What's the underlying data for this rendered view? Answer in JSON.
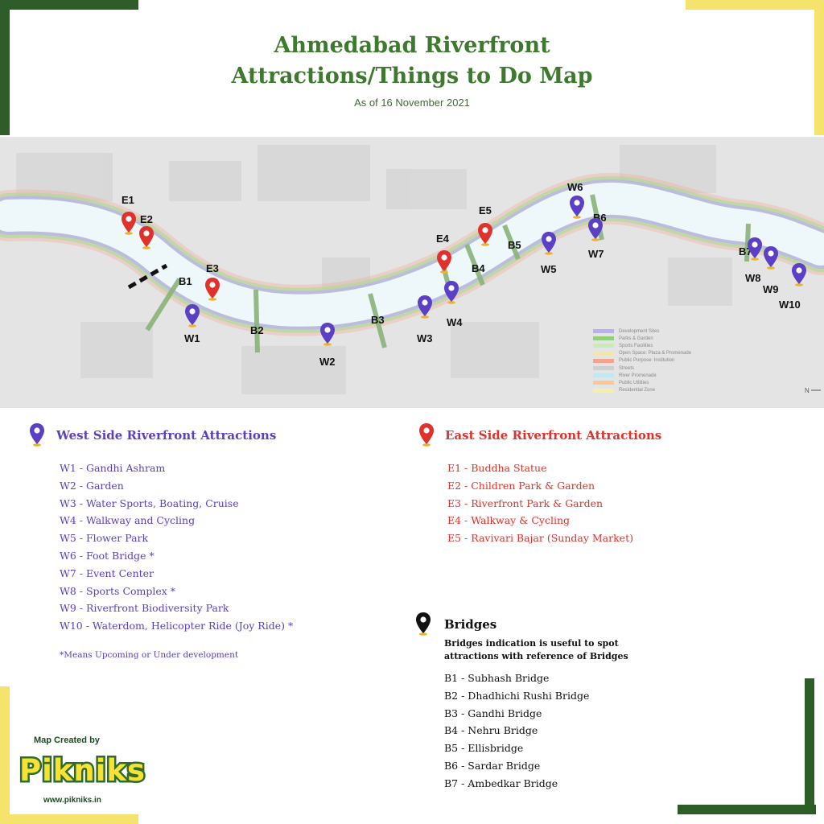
{
  "header": {
    "title_line1": "Ahmedabad Riverfront",
    "title_line2": "Attractions/Things to Do Map",
    "subtitle": "As of 16 November 2021"
  },
  "colors": {
    "title_green": "#3d7a2e",
    "west_purple": "#5b3fc4",
    "east_red": "#e0322b",
    "frame_dark_green": "#2f5d2a",
    "frame_yellow": "#f5e36c",
    "river": "#eef8fb"
  },
  "map": {
    "east_labels": [
      "E1",
      "E2",
      "E3",
      "E4",
      "E5"
    ],
    "west_labels": [
      "W1",
      "W2",
      "W3",
      "W4",
      "W5",
      "W6",
      "W7",
      "W8",
      "W9",
      "W10"
    ],
    "bridge_labels": [
      "B1",
      "B2",
      "B3",
      "B4",
      "B5",
      "B6",
      "B7"
    ],
    "legend": [
      {
        "label": "Development Sites",
        "color": "#b7b1f0"
      },
      {
        "label": "Parks & Garden",
        "color": "#8fd27a"
      },
      {
        "label": "Sports Facilities",
        "color": "#c8ecb3"
      },
      {
        "label": "Open Space: Plaza & Promenade",
        "color": "#f3e8a0"
      },
      {
        "label": "Public Purpose: Institution",
        "color": "#f6a38e"
      },
      {
        "label": "Streets",
        "color": "#cfcfcf"
      },
      {
        "label": "River Promenade",
        "color": "#bfe8ef"
      },
      {
        "label": "Public Utilities",
        "color": "#f7c89a"
      },
      {
        "label": "Residential Zone",
        "color": "#f6f0a6"
      }
    ],
    "north_label": "N"
  },
  "west": {
    "heading": "West Side Riverfront Attractions",
    "items": [
      "W1 - Gandhi Ashram",
      "W2 - Garden",
      "W3 - Water Sports, Boating, Cruise",
      "W4 - Walkway and Cycling",
      "W5 - Flower Park",
      "W6 - Foot Bridge *",
      "W7 - Event Center",
      "W8 - Sports Complex *",
      "W9 - Riverfront Biodiversity Park",
      "W10 - Waterdom, Helicopter Ride (Joy Ride) *"
    ],
    "note": "*Means Upcoming or Under development"
  },
  "east": {
    "heading": "East Side Riverfront Attractions",
    "items": [
      "E1 - Buddha Statue",
      "E2 - Children Park & Garden",
      "E3 - Riverfront Park & Garden",
      "E4 - Walkway & Cycling",
      "E5 - Ravivari Bajar (Sunday Market)"
    ]
  },
  "bridges": {
    "heading": "Bridges",
    "subtitle": "Bridges indication is useful to spot attractions with reference of Bridges",
    "items": [
      "B1 - Subhash Bridge",
      "B2 - Dhadhichi Rushi Bridge",
      "B3 - Gandhi Bridge",
      "B4 - Nehru Bridge",
      "B5 - Ellisbridge",
      "B6 - Sardar Bridge",
      "B7 - Ambedkar Bridge"
    ]
  },
  "footer": {
    "created_by": "Map Created by",
    "logo": "Pikniks",
    "url": "www.pikniks.in"
  }
}
